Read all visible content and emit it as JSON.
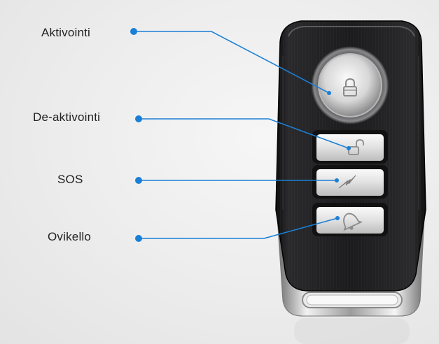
{
  "callouts": [
    {
      "id": "arm",
      "label": "Aktivointi",
      "button_icon": "lock-icon"
    },
    {
      "id": "disarm",
      "label": "De-aktivointi",
      "button_icon": "unlock-icon"
    },
    {
      "id": "sos",
      "label": "SOS",
      "button_icon": "lightning-icon"
    },
    {
      "id": "doorbell",
      "label": "Ovikello",
      "button_icon": "bell-icon"
    }
  ],
  "colors": {
    "callout_line": "#1a7fd6",
    "callout_dot": "#1a7fd6",
    "remote_body": "#1e1e20",
    "button_face": "#e4e4e4",
    "chrome": "#cfcfcf"
  }
}
